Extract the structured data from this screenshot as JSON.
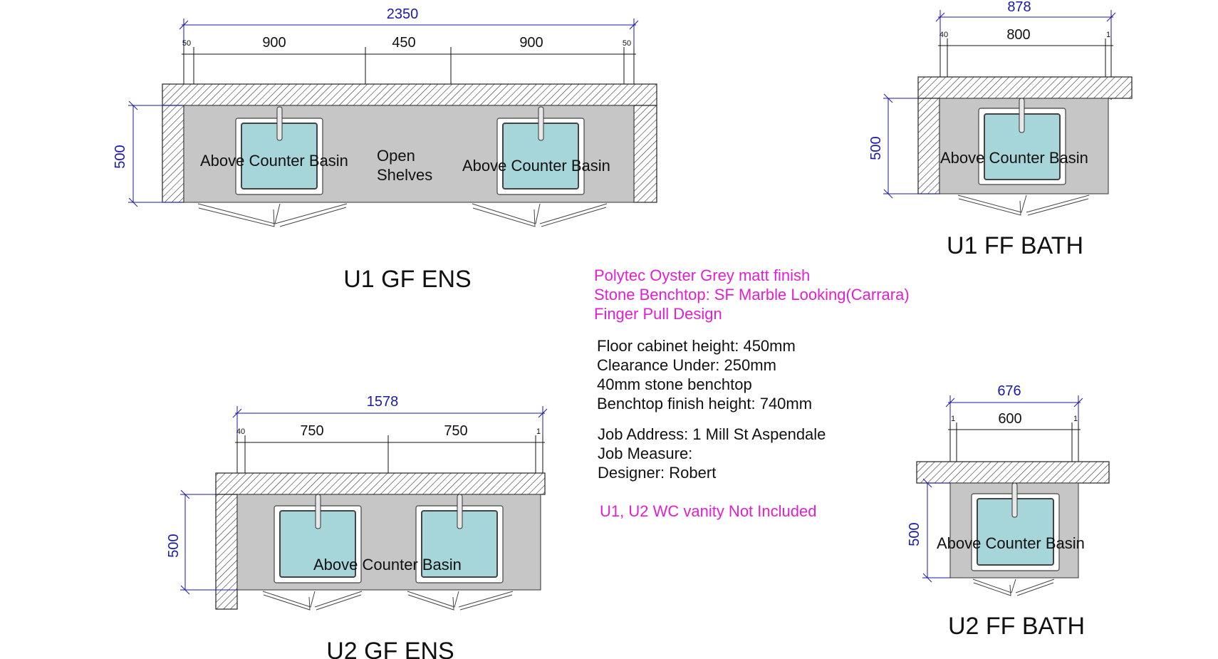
{
  "plans": {
    "u1_gf_ens": {
      "title": "U1 GF ENS",
      "overall_width": "2350",
      "segments": [
        "50",
        "900",
        "450",
        "900",
        "50"
      ],
      "depth": "500",
      "basin_left_label": "Above Counter Basin",
      "open_shelves_line1": "Open",
      "open_shelves_line2": "Shelves",
      "basin_right_label": "Above Counter Basin"
    },
    "u1_ff_bath": {
      "title": "U1 FF BATH",
      "overall_width": "878",
      "segments": [
        "40",
        "800",
        "1"
      ],
      "depth": "500",
      "basin_label": "Above Counter Basin"
    },
    "u2_gf_ens": {
      "title": "U2 GF ENS",
      "overall_width": "1578",
      "segments": [
        "40",
        "750",
        "750",
        "1"
      ],
      "depth": "500",
      "basin_label": "Above Counter Basin"
    },
    "u2_ff_bath": {
      "title": "U2 FF BATH",
      "overall_width": "676",
      "segments": [
        "1",
        "600",
        "1"
      ],
      "depth": "500",
      "basin_label": "Above Counter Basin"
    }
  },
  "spec_notes": [
    "Polytec Oyster Grey matt finish",
    "Stone Benchtop: SF Marble Looking(Carrara)",
    "Finger Pull Design"
  ],
  "cabinet_notes": [
    "Floor cabinet height: 450mm",
    "Clearance Under: 250mm",
    "40mm stone benchtop",
    "Benchtop finish height: 740mm"
  ],
  "job_notes": [
    "Job Address: 1 Mill St Aspendale",
    "Job Measure:",
    "Designer: Robert"
  ],
  "exclusion_note": "U1, U2 WC vanity Not Included",
  "colors": {
    "dimension_blue": "#1a1aa6",
    "note_magenta": "#e020d0",
    "cabinet_grey": "#c6c6c6",
    "basin_water": "#a6d5da"
  }
}
